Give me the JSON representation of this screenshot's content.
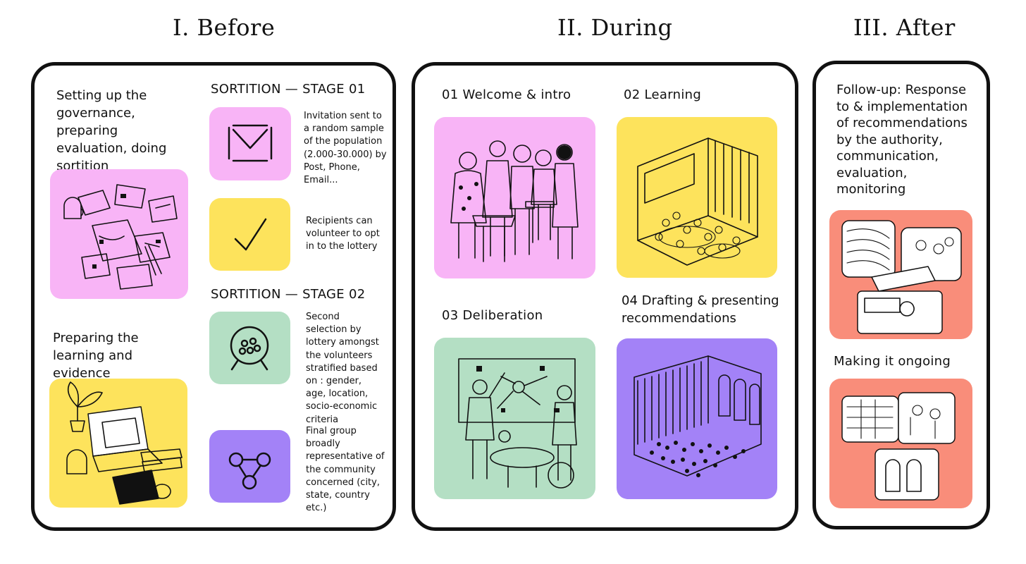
{
  "phases": [
    {
      "title": "I.  Before"
    },
    {
      "title": "II.  During"
    },
    {
      "title": "III.  After"
    }
  ],
  "before": {
    "governance": "Setting up the governance, preparing evaluation, doing sortition",
    "learning": "Preparing the learning and evidence",
    "stage1_title": "SORTITION — STAGE 01",
    "stage1_step1": "Invitation sent to a random sample of the population (2.000-30.000) by Post, Phone, Email...",
    "stage1_step2": "Recipients can volunteer to opt in to the lottery",
    "stage2_title": "SORTITION — STAGE 02",
    "stage2_step1": "Second selection by lottery amongst the volunteers stratified based on : gender, age, location, socio-economic criteria",
    "stage2_step2": "Final group broadly representative of the community concerned (city, state, country etc.)"
  },
  "during": {
    "step1": "01  Welcome & intro",
    "step2": "02  Learning",
    "step3": "03   Deliberation",
    "step4": "04  Drafting & presenting recommendations"
  },
  "after": {
    "followup": "Follow-up: Response to & implementation of recommendations by the authority, communication, evaluation, monitoring",
    "ongoing": "Making it ongoing"
  },
  "colors": {
    "pink": "#f8b4f6",
    "yellow": "#fde35c",
    "green": "#b4dfc4",
    "purple": "#a382f7",
    "salmon": "#f98d7a",
    "ink": "#111111"
  },
  "icons": {
    "stage1_step1": "envelope-icon",
    "stage1_step2": "checkmark-icon",
    "stage2_step1": "lottery-drum-icon",
    "stage2_step2": "network-nodes-icon"
  }
}
